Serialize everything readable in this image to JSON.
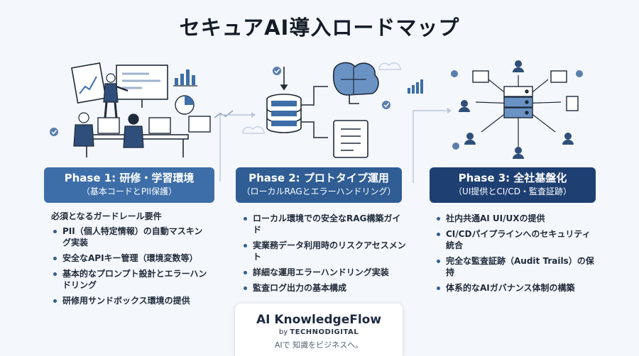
{
  "title": "セキュアAI導入ロードマップ",
  "phases": [
    {
      "title": "Phase 1: 研修・学習環境",
      "subtitle": "（基本コードとPII保護）",
      "heading": "必須となるガードレール要件",
      "items": [
        "PII（個人特定情報）の自動マスキング実装",
        "安全なAPIキー管理（環境変数等）",
        "基本的なプロンプト設計とエラーハンドリング",
        "研修用サンドボックス環境の提供"
      ]
    },
    {
      "title": "Phase 2: プロトタイプ運用",
      "subtitle": "（ローカルRAGとエラーハンドリング）",
      "items": [
        "ローカル環境での安全なRAG構築ガイド",
        "実業務データ利用時のリスクアセスメント",
        "詳細な運用エラーハンドリング実装",
        "監査ログ出力の基本構成"
      ]
    },
    {
      "title": "Phase 3: 全社基盤化",
      "subtitle": "（UI提供とCI/CD・監査証跡）",
      "items": [
        "社内共通AI UI/UXの提供",
        "CI/CDパイプラインへのセキュリティ統合",
        "完全な監査証跡（Audit Trails）の保持",
        "体系的なAIガバナンス体制の構築"
      ]
    }
  ],
  "brand": {
    "name": "AI KnowledgeFlow",
    "by_prefix": "by",
    "by_company": "TECHNODIGITAL",
    "tagline": "AIで 知識をビジネスへ。"
  },
  "colors": {
    "phase1": "#3d6ea8",
    "phase2": "#2f5d94",
    "phase3": "#1e3f72",
    "accent": "#2f5d94",
    "icon_stroke": "#1f2a3a"
  }
}
